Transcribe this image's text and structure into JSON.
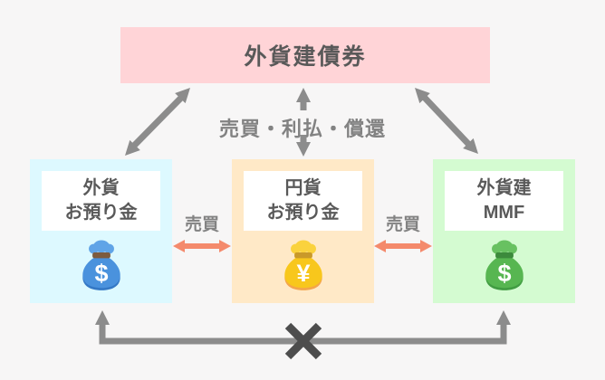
{
  "diagram": {
    "bond_box": {
      "label": "外貨建債券"
    },
    "bond_link_label": "売買・利払・償還",
    "boxes": {
      "foreign_deposit": {
        "title_line1": "外貨",
        "title_line2": "お預り金",
        "currency_symbol": "$"
      },
      "yen_deposit": {
        "title_line1": "円貨",
        "title_line2": "お預り金",
        "currency_symbol": "¥"
      },
      "foreign_mmf": {
        "title_line1": "外貨建",
        "title_line2": "MMF",
        "currency_symbol": "$"
      }
    },
    "trade_label_left": "売買",
    "trade_label_right": "売買",
    "colors": {
      "page_bg": "#f7f6f6",
      "bond_box_bg": "#ffd4d7",
      "foreign_deposit_bg": "#ddf9ff",
      "yen_deposit_bg": "#ffe9c7",
      "mmf_bg": "#d4fbd1",
      "arrow_gray": "#8c8c8c",
      "trade_arrow_coral": "#f48a6c",
      "x_mark": "#4d4d4d",
      "title_text": "#595959",
      "label_text": "#828282",
      "bag_blue": {
        "body": "#4a92dd",
        "knot": "#60a4e7",
        "rim": "#3478c5",
        "tie": "#7d5b3f"
      },
      "bag_yellow": {
        "body": "#f8c71c",
        "knot": "#fad23d",
        "rim": "#f4a54b",
        "tie": "#c9992a"
      },
      "bag_green": {
        "body": "#57b651",
        "knot": "#68c161",
        "rim": "#419c42",
        "tie": "#3c8a3c"
      }
    }
  }
}
